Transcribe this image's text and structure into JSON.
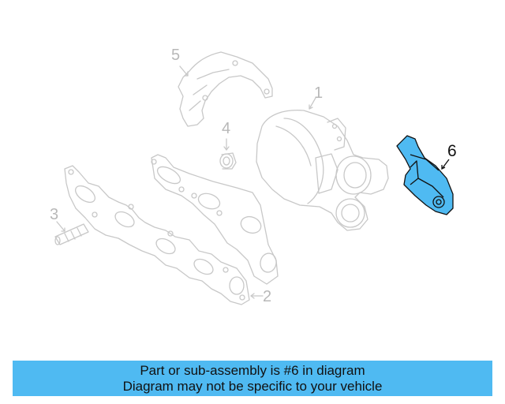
{
  "diagram": {
    "highlight_color": "#4fbaf2",
    "faded_line_color": "#c8c8c8",
    "callouts": [
      {
        "number": "1",
        "part": "turbocharger",
        "highlighted": false
      },
      {
        "number": "2",
        "part": "exhaust-manifold-gasket",
        "highlighted": false
      },
      {
        "number": "3",
        "part": "stud",
        "highlighted": false
      },
      {
        "number": "4",
        "part": "nut",
        "highlighted": false
      },
      {
        "number": "5",
        "part": "heat-shield",
        "highlighted": false
      },
      {
        "number": "6",
        "part": "bracket",
        "highlighted": true
      }
    ]
  },
  "banner": {
    "background": "#4fbaf2",
    "line1": "Part or sub-assembly is #6 in diagram",
    "line2": "Diagram may not be specific to your vehicle"
  }
}
